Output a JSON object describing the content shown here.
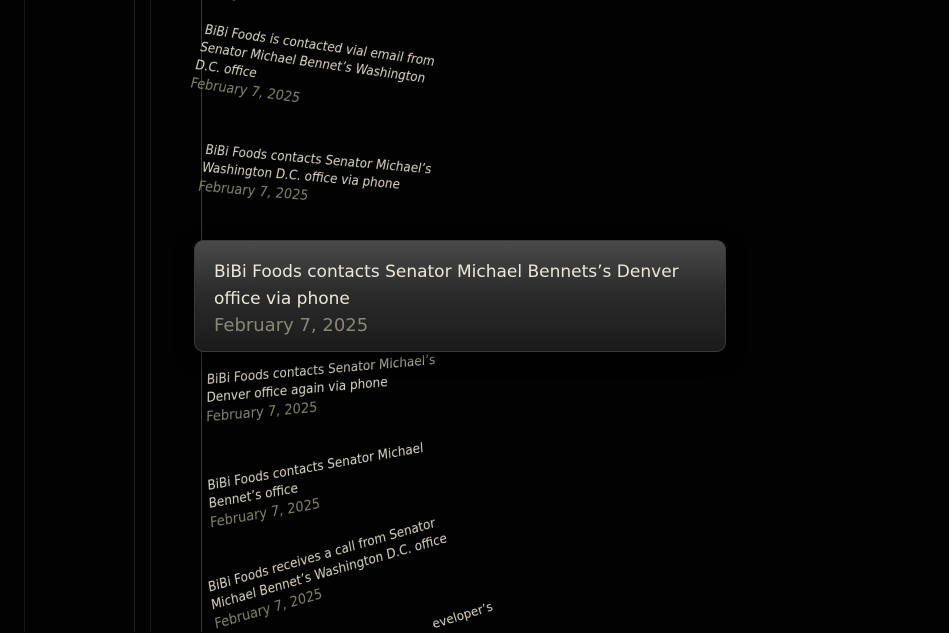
{
  "timeline": {
    "entries": [
      {
        "title": "office",
        "date": ""
      },
      {
        "title": "BiBi Foods is contacted vial email from Senator Michael Bennet’s Washington D.C. office",
        "date": "February 7, 2025"
      },
      {
        "title": "BiBi Foods contacts Senator Michael’s Washington D.C. office via phone",
        "date": "February 7, 2025"
      },
      {
        "title": "BiBi Foods contacts Senator Michael Bennets’s Denver office via phone",
        "date": "February 7, 2025"
      },
      {
        "title": "BiBi Foods contacts Senator Michael’s Denver office again via phone",
        "date": "February 7, 2025"
      },
      {
        "title": "BiBi Foods contacts Senator Michael Bennet’s office",
        "date": "February 7, 2025"
      },
      {
        "title": "BiBi Foods receives a call from Senator Michael Bennet’s Washington D.C. office",
        "date": "February 7, 2025"
      },
      {
        "title": "eveloper’s",
        "date": ""
      }
    ]
  }
}
